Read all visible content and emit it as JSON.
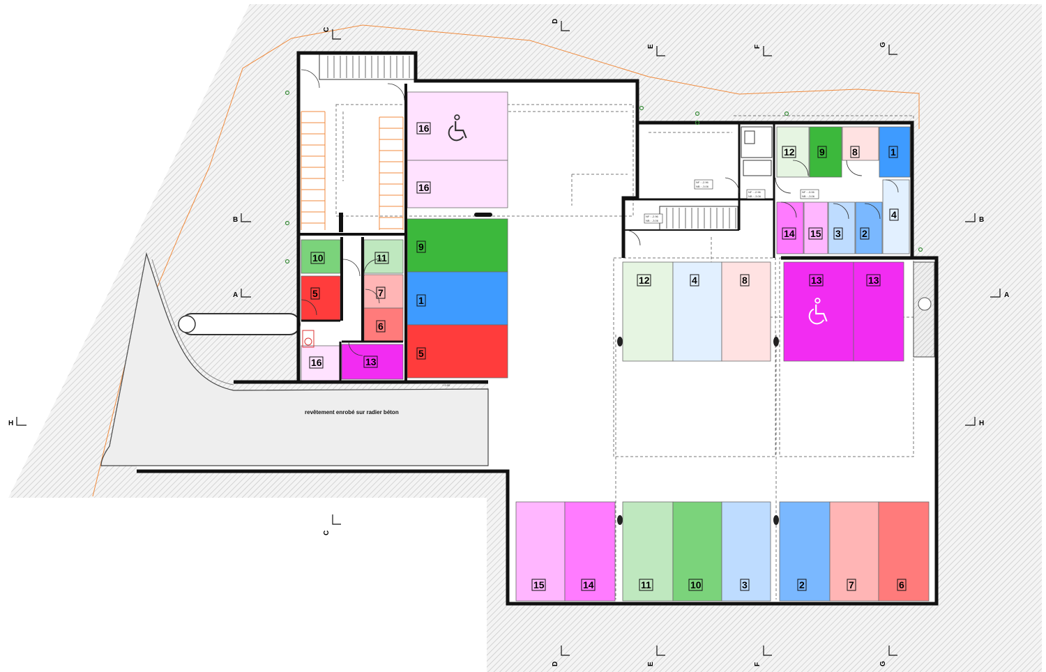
{
  "plan": {
    "surface_label": "revêtement enrobé sur radier béton",
    "section_marks": [
      {
        "id": "c-top",
        "label": "C",
        "rot": -90
      },
      {
        "id": "d-top",
        "label": "D",
        "rot": -90
      },
      {
        "id": "e-top",
        "label": "E",
        "rot": -90
      },
      {
        "id": "f-top",
        "label": "F",
        "rot": -90
      },
      {
        "id": "g-top",
        "label": "G",
        "rot": -90
      },
      {
        "id": "b-left",
        "label": "B",
        "rot": 0
      },
      {
        "id": "a-left",
        "label": "A",
        "rot": 0
      },
      {
        "id": "h-left",
        "label": "H",
        "rot": 0
      },
      {
        "id": "b-right",
        "label": "B",
        "rot": 0
      },
      {
        "id": "a-right",
        "label": "A",
        "rot": 0
      },
      {
        "id": "h-right",
        "label": "H",
        "rot": 0
      },
      {
        "id": "c-mid",
        "label": "C",
        "rot": -90
      },
      {
        "id": "d-bot",
        "label": "D",
        "rot": -90
      },
      {
        "id": "e-bot",
        "label": "E",
        "rot": -90
      },
      {
        "id": "f-bot",
        "label": "F",
        "rot": -90
      },
      {
        "id": "g-bot",
        "label": "G",
        "rot": -90
      }
    ],
    "level_notes": [
      {
        "id": "n1",
        "l1": "NF : -2.96",
        "l2": "NB : -3.06"
      },
      {
        "id": "n2",
        "l1": "NF : -2.96",
        "l2": "NB : -3.06"
      },
      {
        "id": "n3",
        "l1": "NF : -3.06",
        "l2": "NB : -3.06"
      },
      {
        "id": "n4",
        "l1": "NF : -2.96",
        "l2": "NB : -3.06"
      }
    ],
    "spot_level": "+ 0.00",
    "cellars": [
      {
        "id": "c16a",
        "num": "16"
      },
      {
        "id": "c16b",
        "num": "16"
      },
      {
        "id": "c9a",
        "num": "9"
      },
      {
        "id": "c1a",
        "num": "1"
      },
      {
        "id": "c5a",
        "num": "5"
      },
      {
        "id": "c10a",
        "num": "10"
      },
      {
        "id": "c11a",
        "num": "11"
      },
      {
        "id": "c5b",
        "num": "5"
      },
      {
        "id": "c7a",
        "num": "7"
      },
      {
        "id": "c6a",
        "num": "6"
      },
      {
        "id": "c16c",
        "num": "16"
      },
      {
        "id": "c13a",
        "num": "13"
      },
      {
        "id": "c12a",
        "num": "12"
      },
      {
        "id": "c9b",
        "num": "9"
      },
      {
        "id": "c8a",
        "num": "8"
      },
      {
        "id": "c1b",
        "num": "1"
      },
      {
        "id": "c4a",
        "num": "4"
      },
      {
        "id": "c14a",
        "num": "14"
      },
      {
        "id": "c15a",
        "num": "15"
      },
      {
        "id": "c3a",
        "num": "3"
      },
      {
        "id": "c2a",
        "num": "2"
      },
      {
        "id": "p12",
        "num": "12"
      },
      {
        "id": "p4",
        "num": "4"
      },
      {
        "id": "p8",
        "num": "8"
      },
      {
        "id": "p13a",
        "num": "13"
      },
      {
        "id": "p13b",
        "num": "13"
      },
      {
        "id": "p15",
        "num": "15"
      },
      {
        "id": "p14",
        "num": "14"
      },
      {
        "id": "p11",
        "num": "11"
      },
      {
        "id": "p10",
        "num": "10"
      },
      {
        "id": "p3",
        "num": "3"
      },
      {
        "id": "p2",
        "num": "2"
      },
      {
        "id": "p7",
        "num": "7"
      },
      {
        "id": "p6",
        "num": "6"
      }
    ],
    "colors": {
      "c1": "#3e9bff",
      "c2": "#7ab8ff",
      "c3": "#bedcff",
      "c4": "#e2f0ff",
      "c5": "#ff3c3c",
      "c6": "#ff7b7b",
      "c7": "#ffb5b5",
      "c8": "#ffe2e2",
      "c9": "#3cb83c",
      "c10": "#7bd37b",
      "c11": "#bfe8bf",
      "c12": "#e6f5e2",
      "c13": "#f22cf2",
      "c14": "#ff7bff",
      "c15": "#ffb6ff",
      "c16": "#ffe2ff",
      "hatch": "#c8c8c8",
      "road": "#eeeeee",
      "property_line": "#f08a3c"
    }
  }
}
